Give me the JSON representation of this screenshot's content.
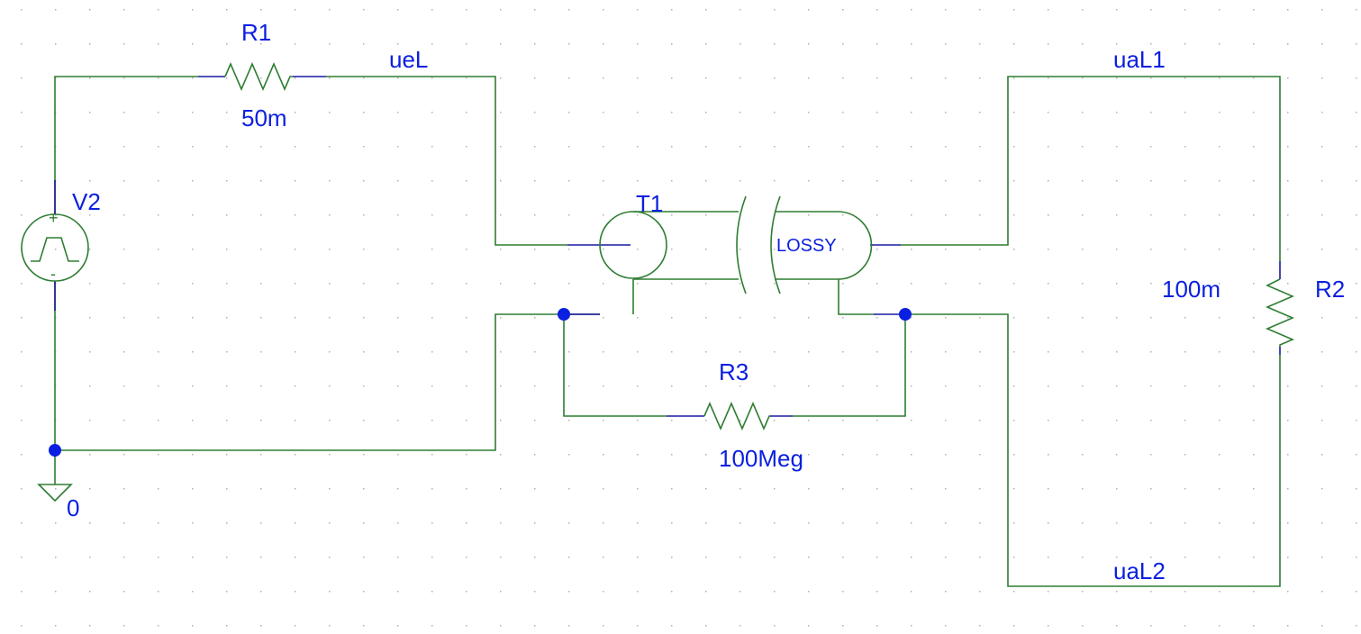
{
  "schematic": {
    "components": {
      "r1": {
        "ref": "R1",
        "value": "50m"
      },
      "r2": {
        "ref": "R2",
        "value": "100m"
      },
      "r3": {
        "ref": "R3",
        "value": "100Meg"
      },
      "v2": {
        "ref": "V2",
        "plus": "+",
        "minus": "-"
      },
      "t1": {
        "ref": "T1",
        "model": "LOSSY"
      },
      "ground": {
        "label": "0"
      }
    },
    "nets": {
      "uel": "ueL",
      "ual1": "uaL1",
      "ual2": "uaL2"
    }
  },
  "colors": {
    "wire": "#2e7d32",
    "label": "#0a1fe0",
    "background": "#ffffff",
    "grid_dot": "#b0b0b0"
  }
}
